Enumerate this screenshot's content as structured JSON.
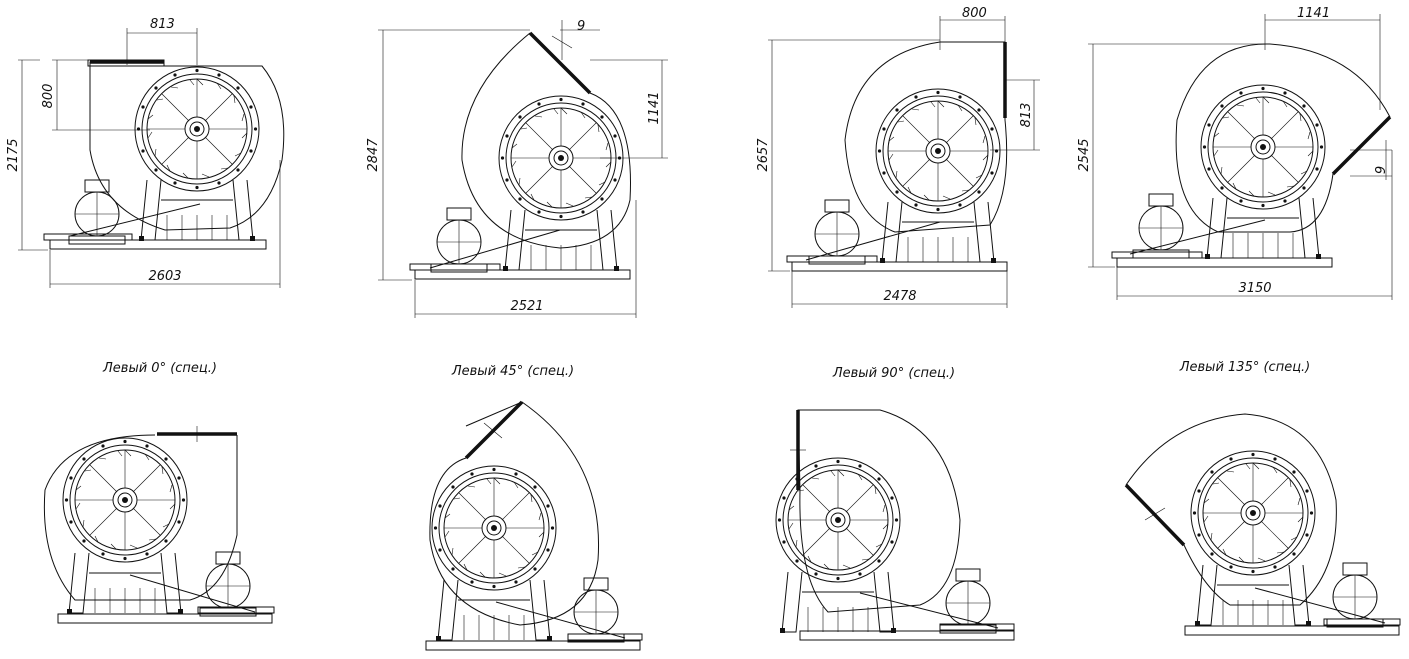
{
  "fans": [
    {
      "variant": "0",
      "top": {
        "dims": [
          "813",
          "800",
          "2175",
          "2603"
        ]
      },
      "caption": "Левый 0° (спец.)"
    },
    {
      "variant": "45",
      "top": {
        "dims": [
          "9",
          "1141",
          "2847",
          "2521"
        ]
      },
      "caption": "Левый 45° (спец.)"
    },
    {
      "variant": "90",
      "top": {
        "dims": [
          "800",
          "813",
          "2657",
          "2478"
        ]
      },
      "caption": "Левый 90° (спец.)"
    },
    {
      "variant": "135",
      "top": {
        "dims": [
          "1141",
          "9",
          "2545",
          "3150"
        ]
      },
      "caption": "Левый 135° (спец.)"
    }
  ]
}
